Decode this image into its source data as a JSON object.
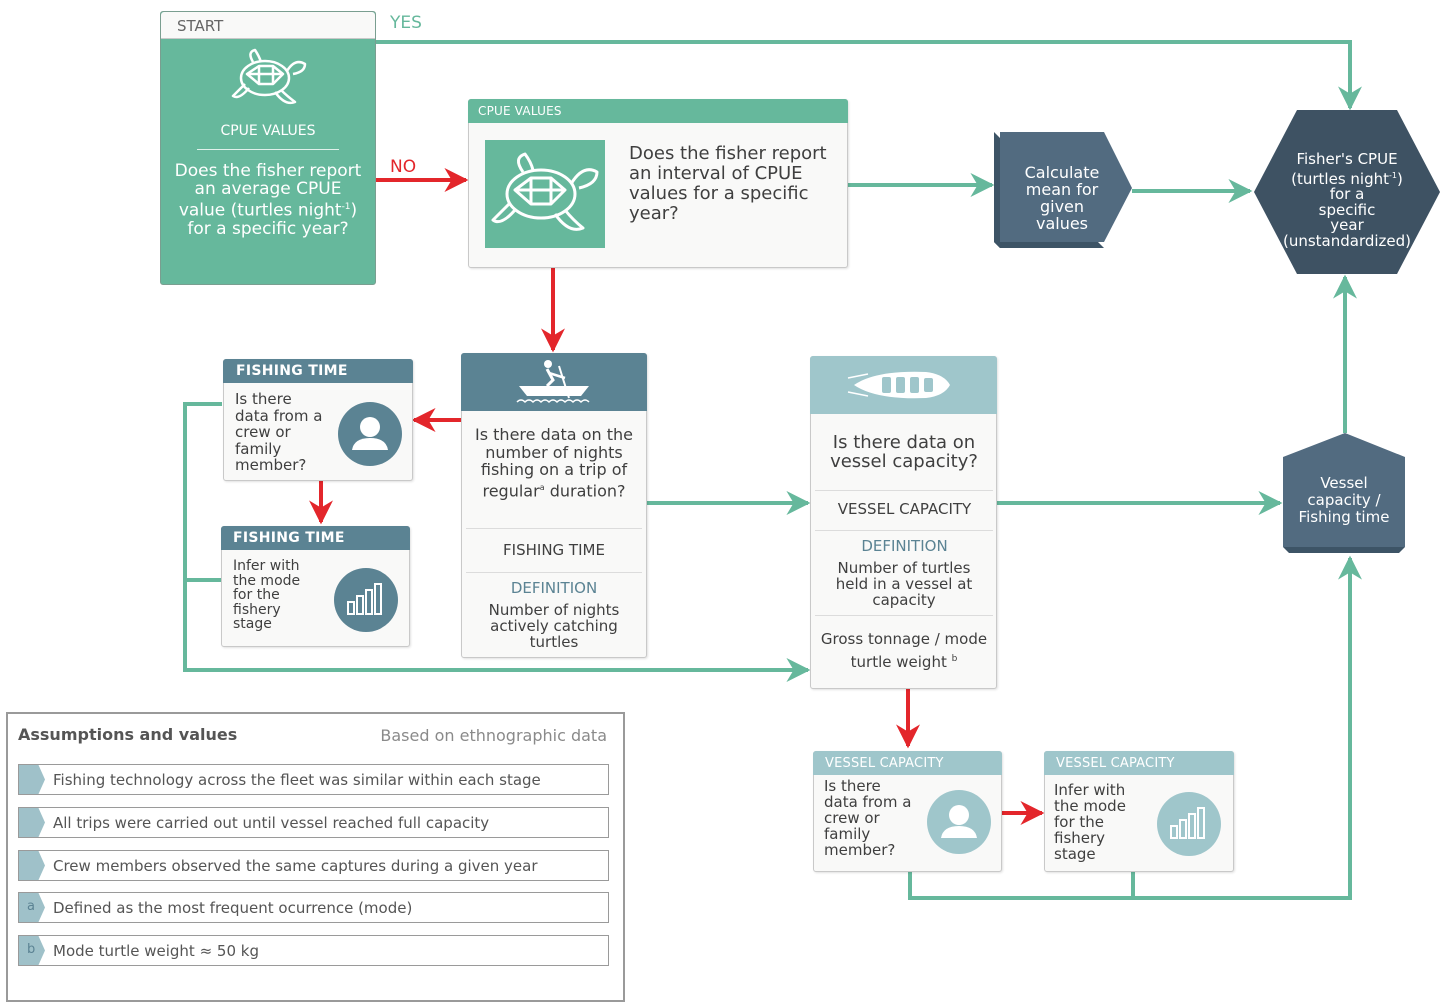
{
  "start": {
    "tag": "START",
    "section_label": "CPUE VALUES",
    "question_pre": "Does the fisher report an average CPUE value (turtles night",
    "question_sup": "-1",
    "question_post": ")  for a specific year?"
  },
  "labels": {
    "yes": "YES",
    "no": "NO"
  },
  "cpue_interval": {
    "tag": "CPUE VALUES",
    "question": "Does the fisher report an interval of  CPUE values for a specific year?"
  },
  "calc_mean": {
    "text": "Calculate mean for given values"
  },
  "result": {
    "line1": "Fisher's  CPUE",
    "line2_pre": "(turtles night",
    "line2_sup": "-1",
    "line2_post": ")",
    "line3": "for a specific year",
    "line4": "(unstandardized)"
  },
  "fishing_time_main": {
    "question_pre": "Is there data on the number of nights fishing on a trip of regular",
    "question_sup": "a",
    "question_post": "duration?",
    "label": "FISHING TIME",
    "definition_title": "DEFINITION",
    "definition": "Number of nights actively catching turtles"
  },
  "fishing_time_crew": {
    "tag": "FISHING TIME",
    "question": "Is there data from a crew  or family member?"
  },
  "fishing_time_mode": {
    "tag": "FISHING TIME",
    "text": "Infer with the mode for the fishery stage"
  },
  "vessel_main": {
    "question": "Is there data on vessel capacity?",
    "label": "VESSEL CAPACITY",
    "definition_title": "DEFINITION",
    "definition": "Number of turtles held in a vessel at capacity",
    "note_pre": "Gross tonnage / mode turtle weight",
    "note_sup": "b"
  },
  "vessel_crew": {
    "tag": "VESSEL CAPACITY",
    "question": "Is there data from a crew or family member?"
  },
  "vessel_mode": {
    "tag": "VESSEL CAPACITY",
    "text": "Infer with the mode for the fishery stage"
  },
  "ratio": {
    "text": "Vessel capacity / Fishing time"
  },
  "assumptions": {
    "title": "Assumptions and values",
    "source": "Based on ethnographic data",
    "items": [
      {
        "marker": "",
        "text": "Fishing technology across the fleet was similar within each stage"
      },
      {
        "marker": "",
        "text": "All trips were carried out until vessel reached full capacity"
      },
      {
        "marker": "",
        "text": "Crew members observed the same captures during a given year"
      },
      {
        "marker": "a",
        "text": "Defined as the most frequent ocurrence (mode)"
      },
      {
        "marker": "b",
        "text": "Mode turtle weight ≈ 50 kg"
      }
    ]
  },
  "colors": {
    "green": "#66b89c",
    "red": "#e3262b",
    "slate": "#5b8393",
    "light_teal": "#9fc6cb",
    "navy": "#3e5263",
    "steel": "#526b80"
  }
}
